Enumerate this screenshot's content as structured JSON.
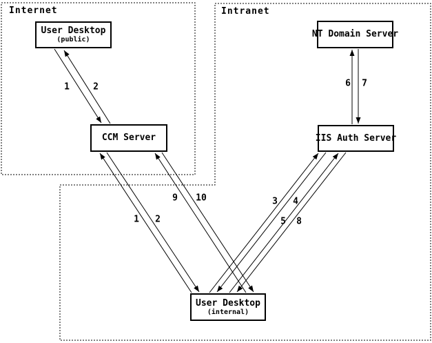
{
  "regions": {
    "internet": {
      "label": "Internet"
    },
    "intranet": {
      "label": "Intranet"
    }
  },
  "nodes": {
    "user_desktop_public": {
      "title": "User Desktop",
      "subtitle": "(public)"
    },
    "ccm_server": {
      "title": "CCM Server"
    },
    "nt_domain_server": {
      "title": "NT Domain Server"
    },
    "iis_auth_server": {
      "title": "IIS Auth Server"
    },
    "user_desktop_internal": {
      "title": "User Desktop",
      "subtitle": "(internal)"
    }
  },
  "connections": {
    "public_desktop_to_ccm": {
      "label": "1",
      "from": "User Desktop (public)",
      "to": "CCM Server"
    },
    "ccm_to_public_desktop": {
      "label": "2",
      "from": "CCM Server",
      "to": "User Desktop (public)"
    },
    "internal_desktop_to_ccm": {
      "label": "1",
      "from": "User Desktop (internal)",
      "to": "CCM Server"
    },
    "ccm_to_internal_desktop": {
      "label": "2",
      "from": "CCM Server",
      "to": "User Desktop (internal)"
    },
    "internal_desktop_to_iis_first": {
      "label": "3",
      "from": "User Desktop (internal)",
      "to": "IIS Auth Server"
    },
    "iis_to_internal_desktop_first": {
      "label": "4",
      "from": "IIS Auth Server",
      "to": "User Desktop (internal)"
    },
    "internal_desktop_to_iis_second": {
      "label": "5",
      "from": "User Desktop (internal)",
      "to": "IIS Auth Server"
    },
    "iis_to_nt_domain": {
      "label": "6",
      "from": "IIS Auth Server",
      "to": "NT Domain Server"
    },
    "nt_domain_to_iis": {
      "label": "7",
      "from": "NT Domain Server",
      "to": "IIS Auth Server"
    },
    "iis_to_internal_desktop_second": {
      "label": "8",
      "from": "IIS Auth Server",
      "to": "User Desktop (internal)"
    },
    "internal_desktop_to_ccm_second": {
      "label": "9",
      "from": "User Desktop (internal)",
      "to": "CCM Server"
    },
    "ccm_to_internal_desktop_second": {
      "label": "10",
      "from": "CCM Server",
      "to": "User Desktop (internal)"
    }
  },
  "colors": {
    "line": "#000000",
    "background": "#ffffff",
    "text": "#000000"
  }
}
